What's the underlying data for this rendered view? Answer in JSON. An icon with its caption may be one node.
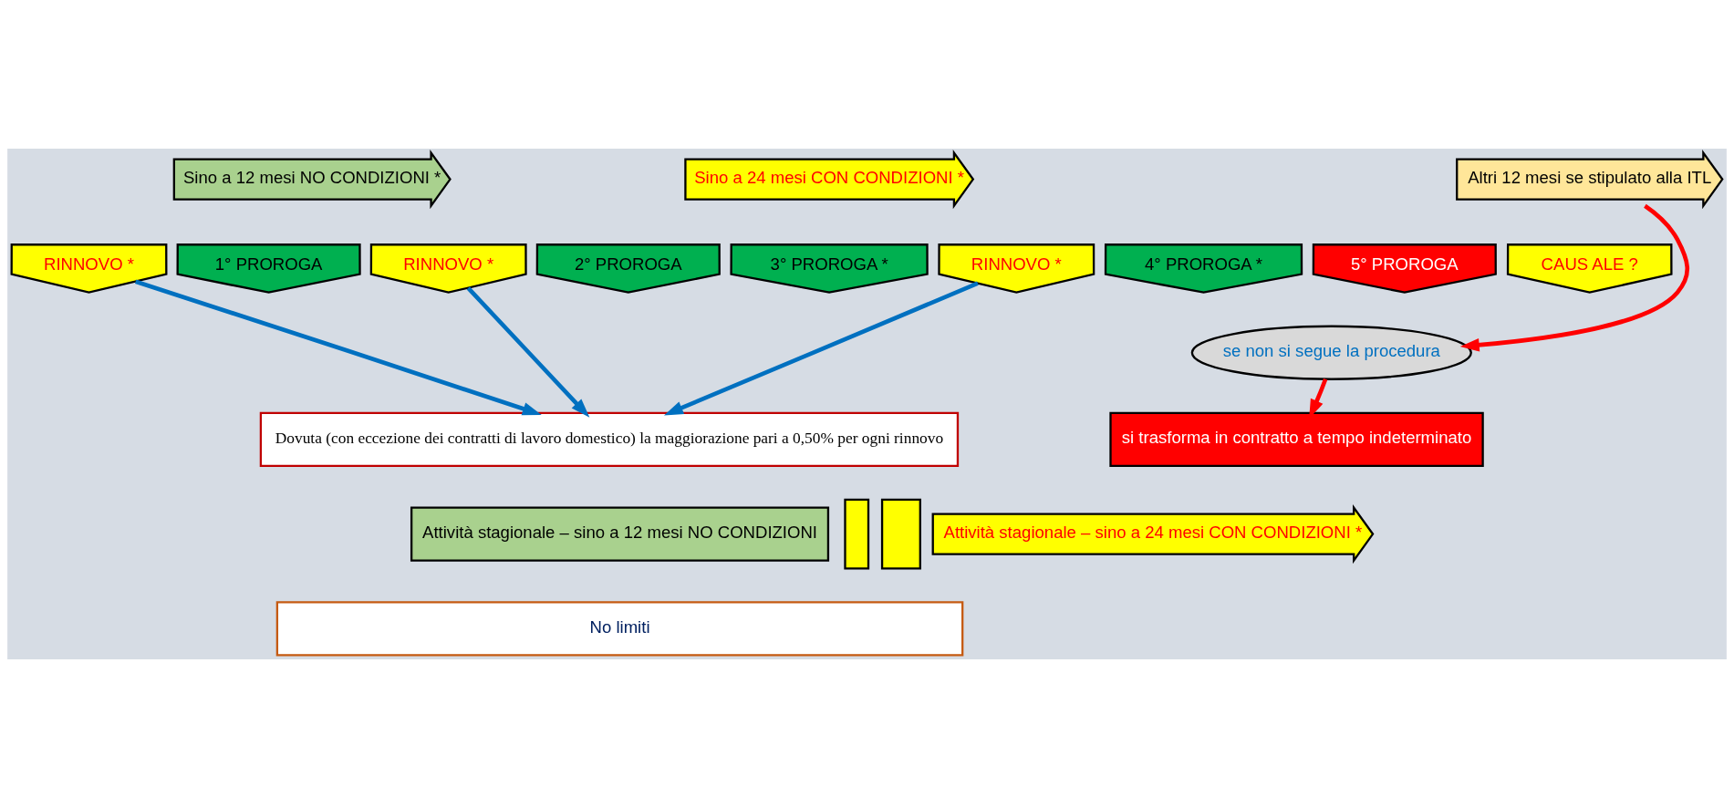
{
  "diagram": {
    "nodes": [
      {
        "text": [
          "Sino a 12 mesi NO CONDIZIONI *"
        ]
      },
      {
        "text": [
          "Sino a 24 mesi CON CONDIZIONI *"
        ]
      },
      {
        "text": [
          "Altri 12 mesi se stipulato alla ITL"
        ]
      },
      {
        "text": [
          "RINNOVO *"
        ]
      },
      {
        "text": [
          "1° PROROGA"
        ]
      },
      {
        "text": [
          "RINNOVO *"
        ]
      },
      {
        "text": [
          "2° PROROGA"
        ]
      },
      {
        "text": [
          "3° PROROGA *"
        ]
      },
      {
        "text": [
          "RINNOVO *"
        ]
      },
      {
        "text": [
          "4° PROROGA *"
        ]
      },
      {
        "text": [
          "5° PROROGA"
        ]
      },
      {
        "text": [
          "CAUS ALE ?"
        ]
      },
      {
        "text": [
          "se non si segue la procedura"
        ]
      },
      {
        "text": [
          "Dovuta (con eccezione dei contratti di lavoro domestico) la maggiorazione pari a 0,50% per ogni rinnovo"
        ]
      },
      {
        "text": [
          "si trasforma in contratto a tempo indeterminato"
        ]
      },
      {
        "text": [
          "Attività stagionale – sino a 12 mesi NO CONDIZIONI"
        ]
      },
      {
        "text": [],
        "shape": "bar"
      },
      {
        "text": [],
        "shape": "bar"
      },
      {
        "text": [
          "Attività stagionale – sino a 24 mesi CON CONDIZIONI *"
        ]
      },
      {
        "text": [
          "No limiti"
        ]
      }
    ],
    "edges": [
      {
        "from": 3,
        "to": 13,
        "arrow": "to"
      },
      {
        "from": 5,
        "to": 13,
        "arrow": "to"
      },
      {
        "from": 8,
        "to": 13,
        "arrow": "to"
      },
      {
        "from": 2,
        "to": 12,
        "arrow": "to",
        "color": "#ff0000"
      },
      {
        "from": 12,
        "to": 14,
        "arrow": "to",
        "color": "#ff0000"
      }
    ]
  }
}
